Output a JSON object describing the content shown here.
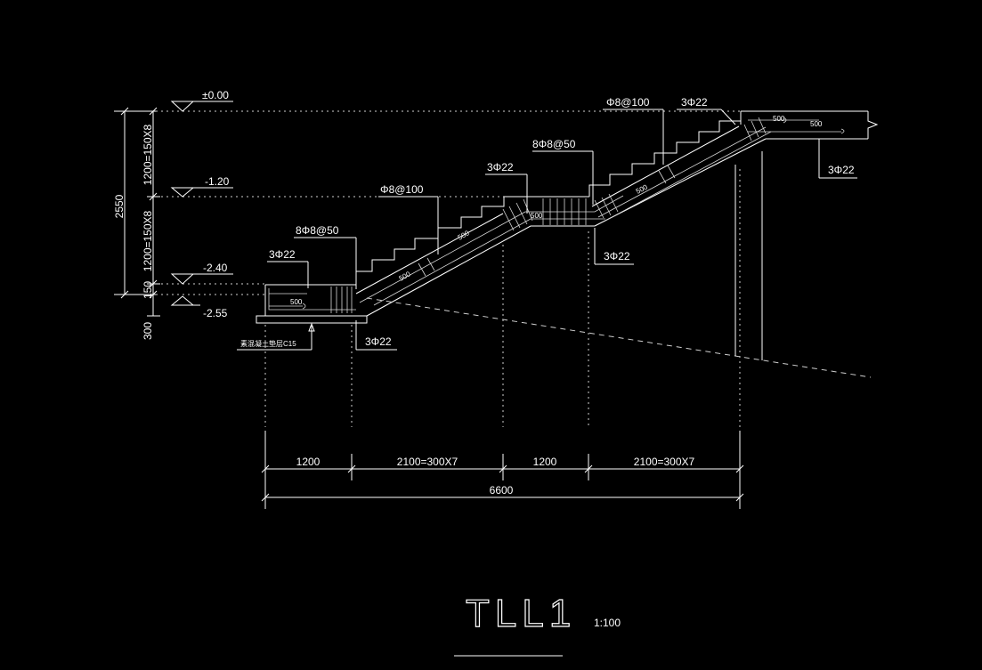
{
  "elevations": [
    "±0.00",
    "-1.20",
    "-2.40",
    "-2.55"
  ],
  "vertical_dims": {
    "total": "2550",
    "upper": "1200=150X8",
    "lower": "1200=150X8",
    "small": "150",
    "base": "300"
  },
  "rebar": {
    "top_right_stirrup": "Φ8@100",
    "top_right_bar": "3Φ22",
    "right_lower_bar": "3Φ22",
    "mid_stirrup_dense": "8Φ8@50",
    "mid_bar": "3Φ22",
    "mid_stirrup": "Φ8@100",
    "mid_lower_bar": "3Φ22",
    "left_stirrup_dense": "8Φ8@50",
    "left_bar": "3Φ22",
    "left_lower_bar": "3Φ22"
  },
  "anchor_lengths": [
    "500",
    "500",
    "500",
    "500",
    "500",
    "500",
    "500"
  ],
  "foundation_note": "素混凝土垫层C15",
  "horizontal_dims": [
    "1200",
    "2100=300X7",
    "1200",
    "2100=300X7"
  ],
  "total_length": "6600",
  "title": "TLL1",
  "scale": "1:100"
}
